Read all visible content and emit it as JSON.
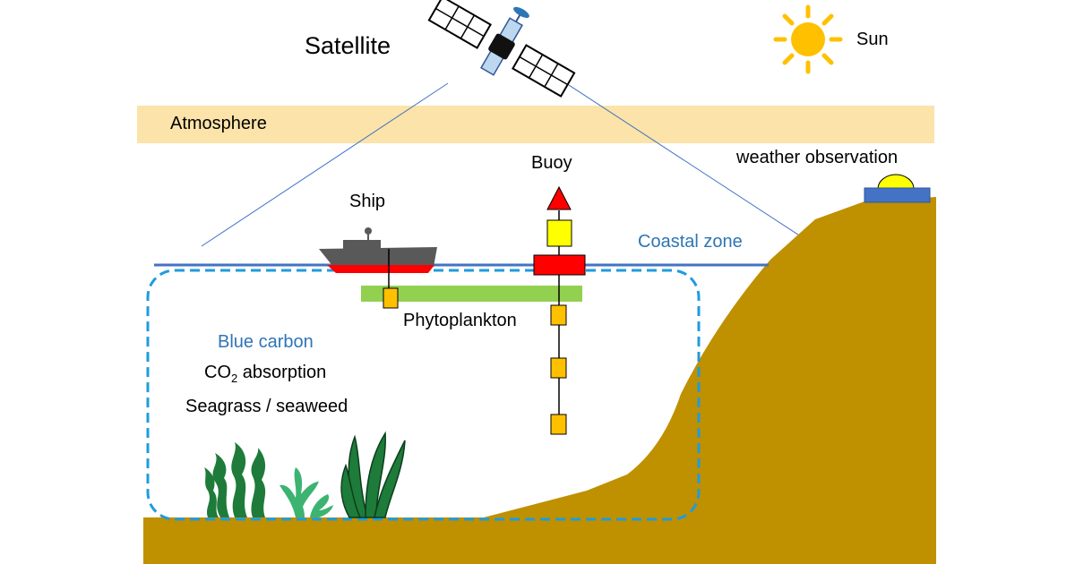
{
  "labels": {
    "satellite": "Satellite",
    "sun": "Sun",
    "atmosphere": "Atmosphere",
    "buoy": "Buoy",
    "ship": "Ship",
    "weather_observation": "weather observation",
    "coastal_zone": "Coastal zone",
    "phytoplankton": "Phytoplankton",
    "blue_carbon": "Blue carbon",
    "co2_prefix": "CO",
    "co2_subscript": "2",
    "co2_suffix": " absorption",
    "seagrass": "Seagrass / seaweed"
  },
  "colors": {
    "atmosphere": "#FBE3A9",
    "ground": "#BF9000",
    "water_line": "#4472C4",
    "blue_label": "#2E75B6",
    "dashed_box": "#1F9BDE",
    "phytoplankton": "#92D050",
    "buoy_red": "#FF0000",
    "buoy_yellow": "#FFFF00",
    "sensor_orange": "#FFC000",
    "ship_gray": "#595959",
    "sun": "#FFC000",
    "seaweed_dark": "#1E7B3A",
    "seaweed_light": "#3CB371",
    "station_blue": "#4472C4",
    "station_dome": "#FFFF00"
  },
  "icons": [
    "satellite-icon",
    "sun-icon",
    "ship-icon",
    "buoy-icon",
    "weather-station-icon",
    "seaweed-icon"
  ]
}
